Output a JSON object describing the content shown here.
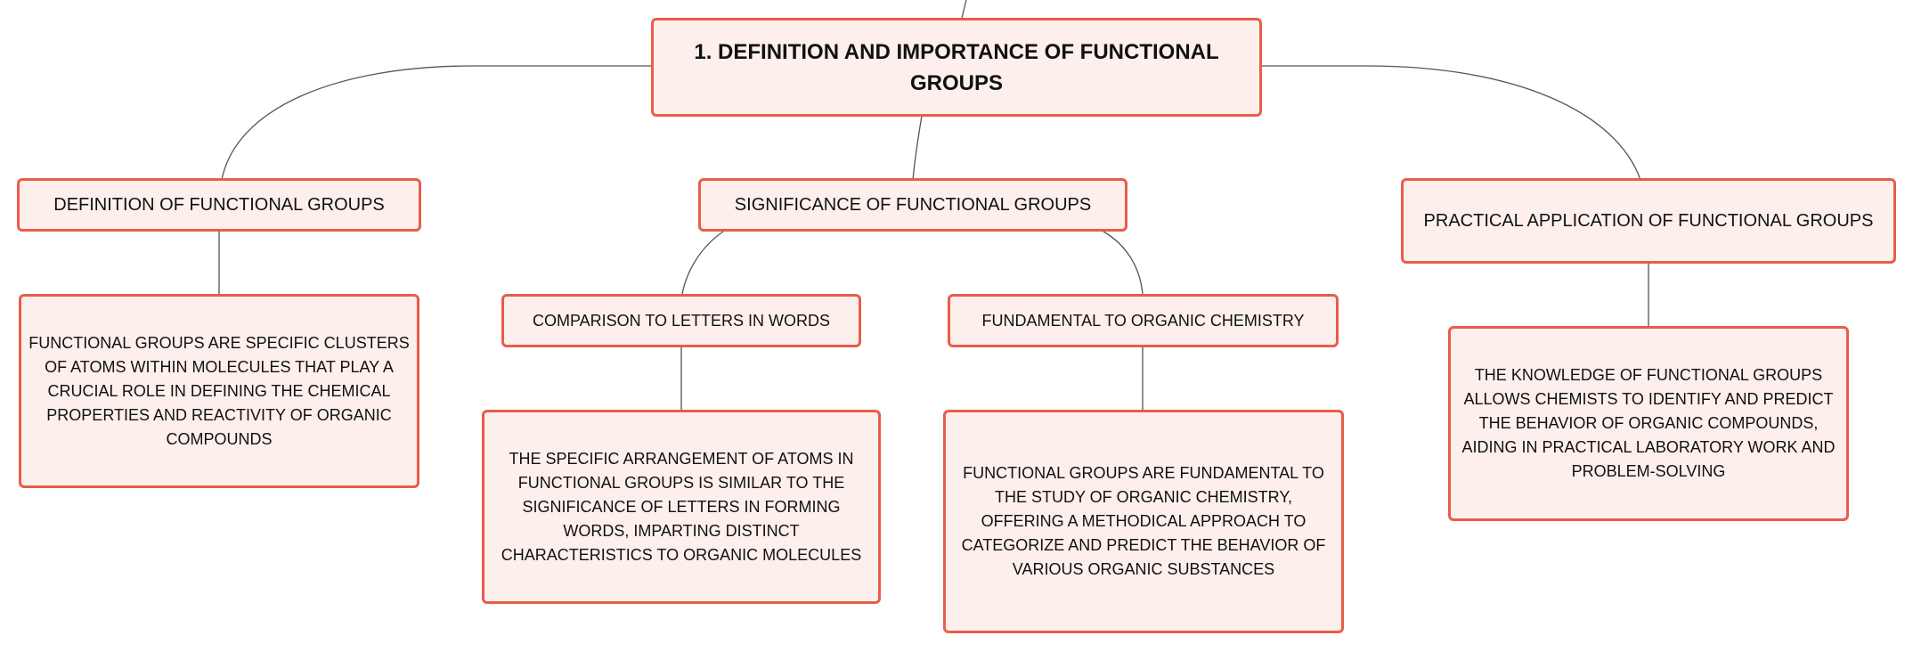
{
  "root": {
    "title": "1. DEFINITION AND IMPORTANCE OF FUNCTIONAL GROUPS"
  },
  "branches": {
    "definition": {
      "label": "DEFINITION OF FUNCTIONAL GROUPS",
      "detail": "FUNCTIONAL GROUPS ARE SPECIFIC CLUSTERS OF ATOMS WITHIN MOLECULES THAT PLAY A CRUCIAL ROLE IN DEFINING THE CHEMICAL PROPERTIES AND REACTIVITY OF ORGANIC COMPOUNDS"
    },
    "significance": {
      "label": "SIGNIFICANCE OF FUNCTIONAL GROUPS",
      "comparison": {
        "label": "COMPARISON TO LETTERS IN WORDS",
        "detail": "THE SPECIFIC ARRANGEMENT OF ATOMS IN FUNCTIONAL GROUPS IS SIMILAR TO THE SIGNIFICANCE OF LETTERS IN FORMING WORDS, IMPARTING DISTINCT CHARACTERISTICS TO ORGANIC MOLECULES"
      },
      "fundamental": {
        "label": "FUNDAMENTAL TO ORGANIC CHEMISTRY",
        "detail": "FUNCTIONAL GROUPS ARE FUNDAMENTAL TO THE STUDY OF ORGANIC CHEMISTRY, OFFERING A METHODICAL APPROACH TO CATEGORIZE AND PREDICT THE BEHAVIOR OF VARIOUS ORGANIC SUBSTANCES"
      }
    },
    "practical": {
      "label": "PRACTICAL APPLICATION OF FUNCTIONAL GROUPS",
      "detail": "THE KNOWLEDGE OF FUNCTIONAL GROUPS ALLOWS CHEMISTS TO IDENTIFY AND PREDICT THE BEHAVIOR OF ORGANIC COMPOUNDS, AIDING IN PRACTICAL LABORATORY WORK AND PROBLEM-SOLVING"
    }
  },
  "colors": {
    "node_border": "#e85d4a",
    "node_fill": "#fdf0ec",
    "connector": "#555555",
    "text": "#111111"
  }
}
